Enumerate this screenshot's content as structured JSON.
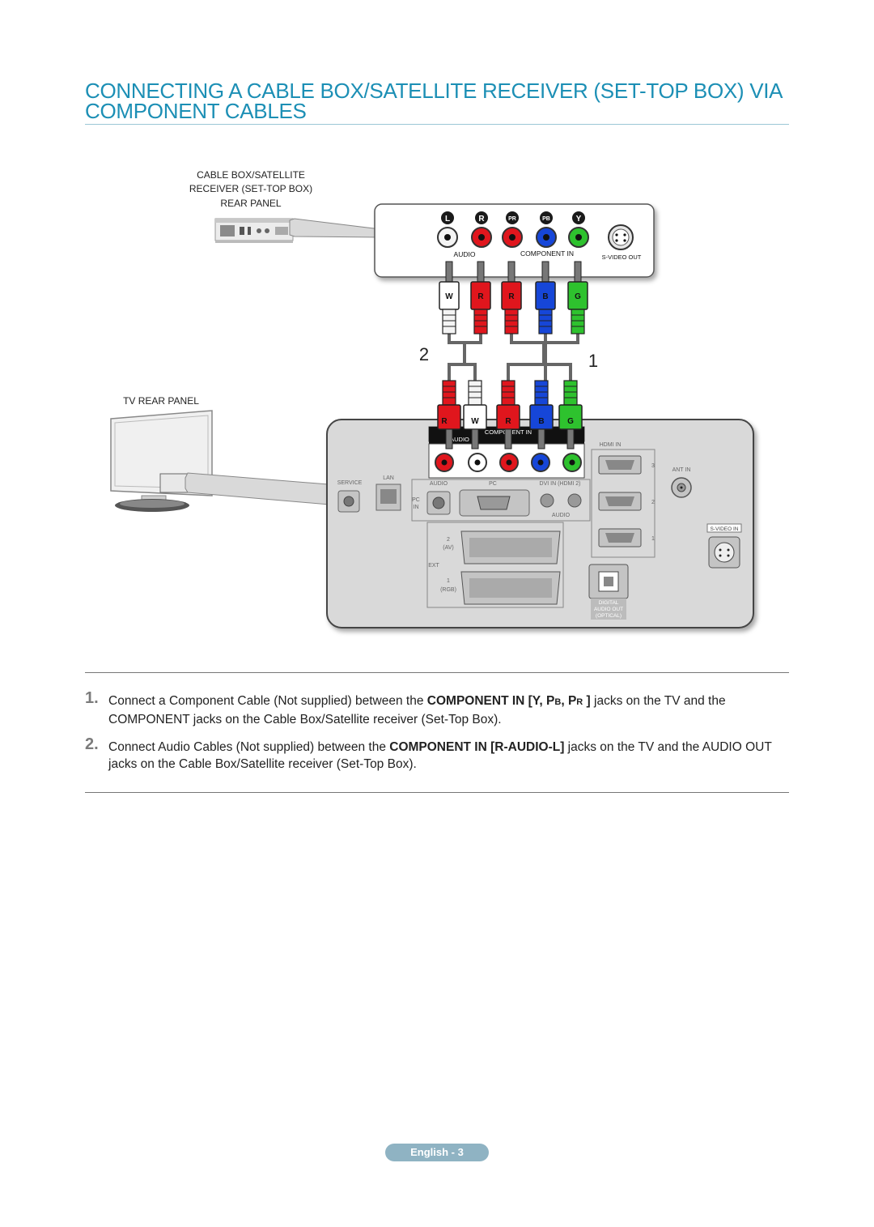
{
  "title": "CONNECTING A CABLE BOX/SATELLITE RECEIVER (SET-TOP BOX) VIA COMPONENT CABLES",
  "diagram": {
    "stb_label_1": "CABLE BOX/SATELLITE",
    "stb_label_2": "RECEIVER (SET-TOP BOX)",
    "stb_label_3": "REAR PANEL",
    "tv_label": "TV REAR PANEL",
    "stb_jack_symbols": [
      "L",
      "R",
      "PR",
      "PB",
      "Y"
    ],
    "stb_audio": "AUDIO",
    "stb_component_in": "COMPONENT IN",
    "stb_svideo_out": "S-VIDEO OUT",
    "top_plugs": [
      "W",
      "R",
      "R",
      "B",
      "G"
    ],
    "bottom_plugs": [
      "R",
      "W",
      "R",
      "B",
      "G"
    ],
    "cable_num_2": "2",
    "cable_num_1": "1",
    "tv_component_in": "COMPONENT IN",
    "tv_audio": "AUDIO",
    "tv_service": "SERVICE",
    "tv_lan": "LAN",
    "tv_audio_pc": "AUDIO",
    "tv_pc": "PC",
    "tv_pc_in_1": "PC",
    "tv_pc_in_2": "IN",
    "tv_dvi": "DVI IN (HDMI 2)",
    "tv_dvi_audio": "AUDIO",
    "tv_hdmi_in": "HDMI IN",
    "tv_hdmi_3": "3",
    "tv_hdmi_2": "2",
    "tv_hdmi_1": "1",
    "tv_ant_in": "ANT IN",
    "tv_svideo_in": "S-VIDEO IN",
    "tv_ext": "EXT",
    "tv_ext2_num": "2",
    "tv_ext2_type": "(AV)",
    "tv_ext1_num": "1",
    "tv_ext1_type": "(RGB)",
    "tv_optical_1": "DIGITAL",
    "tv_optical_2": "AUDIO OUT",
    "tv_optical_3": "(OPTICAL)"
  },
  "steps": [
    {
      "num": "1.",
      "pre": "Connect a Component Cable (Not supplied) between the ",
      "bold_1": "COMPONENT IN [Y, P",
      "sub_1": "B",
      "bold_2": ", P",
      "sub_2": "R",
      "bold_3": " ]",
      "post": " jacks on the TV and the COMPONENT jacks on the Cable Box/Satellite receiver (Set-Top Box)."
    },
    {
      "num": "2.",
      "pre": "Connect Audio Cables (Not supplied) between the ",
      "bold": "COMPONENT IN [R-AUDIO-L]",
      "post": " jacks on the TV and the AUDIO OUT jacks on the Cable Box/Satellite receiver (Set-Top Box)."
    }
  ],
  "footer": "English - 3",
  "colors": {
    "title": "#1c8fb5",
    "white_plug": "#ffffff",
    "red_plug": "#e0161d",
    "blue_plug": "#1646d8",
    "green_plug": "#2ec22e",
    "panel": "#d9d9d9",
    "badge": "#8fb3c3"
  }
}
